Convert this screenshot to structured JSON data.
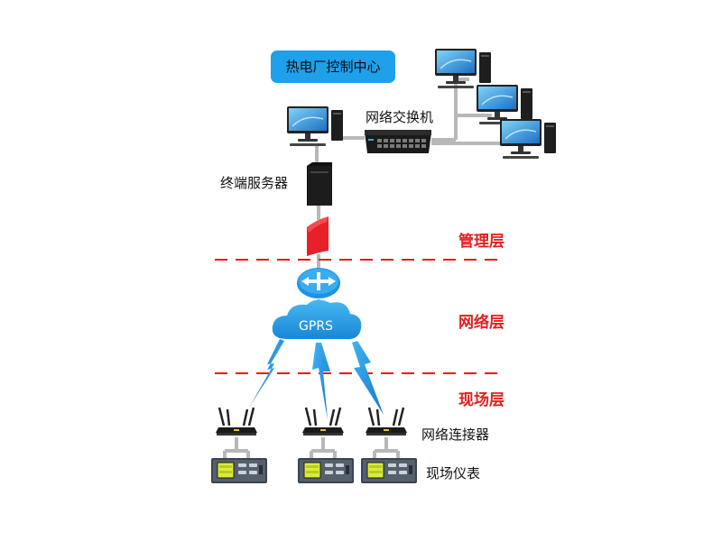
{
  "title": "热电厂控制中心",
  "labels": {
    "switch": "网络交换机",
    "server": "终端服务器",
    "gprs": "GPRS",
    "connector": "网络连接器",
    "meter": "现场仪表"
  },
  "layers": {
    "management": "管理层",
    "network": "网络层",
    "field": "现场层"
  },
  "colors": {
    "accent_blue": "#1ea0ea",
    "layer_red": "#e0201e",
    "link_gray": "#b8b8b8",
    "wireless_blue": "#1c9be6"
  }
}
